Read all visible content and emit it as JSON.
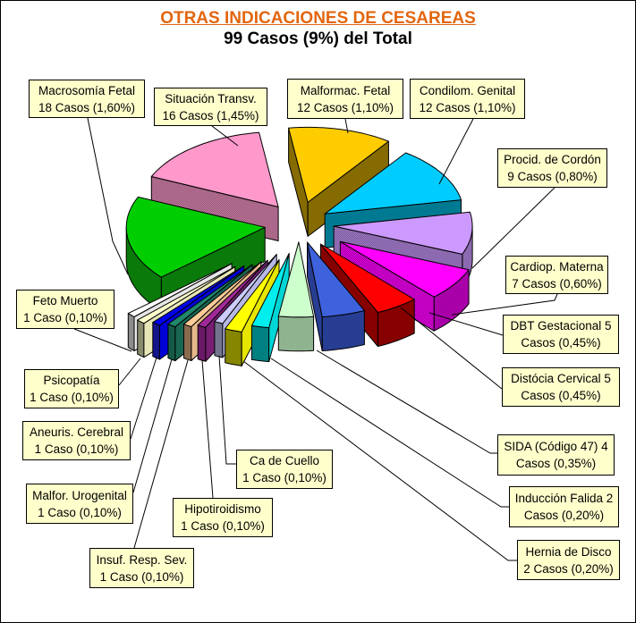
{
  "page": {
    "background": "#FFFFFF",
    "frame_color": "#000000"
  },
  "header": {
    "title": "OTRAS INDICACIONES DE CESAREAS",
    "subtitle": "99 Casos (9%) del Total",
    "title_color": "#E2660F",
    "subtitle_color": "#000000"
  },
  "callout_style": {
    "fill": "#FFFFCC",
    "border": "#000000",
    "leader_color": "#000000"
  },
  "chart_data": {
    "type": "pie",
    "style": "3d-exploded",
    "title": "OTRAS INDICACIONES DE CESAREAS",
    "subtitle": "99 Casos (9%) del Total",
    "total_cases": 99,
    "percent_of_grand_total": "9%",
    "start_angle_deg": -8,
    "clockwise": true,
    "legend": "none",
    "slices": [
      {
        "id": "malformac-fetal",
        "label": "Malformac. Fetal",
        "cases": 12,
        "percent": "1,10%",
        "callout_lines": [
          "Malformac. Fetal",
          "12 Casos (1,10%)"
        ],
        "color": "#FFCC00",
        "dark": "#856B00",
        "dither": false,
        "explode": 0.26
      },
      {
        "id": "condilom-genital",
        "label": "Condilom. Genital",
        "cases": 12,
        "percent": "1,10%",
        "callout_lines": [
          "Condilom. Genital",
          "12 Casos (1,10%)"
        ],
        "color": "#00CCFF",
        "dark": "#007A92",
        "dither": false,
        "explode": 0.22
      },
      {
        "id": "procid-de-cordon",
        "label": "Procid. de Cordón",
        "cases": 9,
        "percent": "0,80%",
        "callout_lines": [
          "Procid. de Cordón",
          "9 Casos (0,80%)"
        ],
        "color": "#CC99FF",
        "dark": "#7A5C99",
        "dither": true,
        "explode": 0.25
      },
      {
        "id": "cardiop-materna",
        "label": "Cardiop. Materna",
        "cases": 7,
        "percent": "0,60%",
        "callout_lines": [
          "Cardiop. Materna",
          "7 Casos (0,60%)"
        ],
        "color": "#FF00FF",
        "dark": "#8A008A",
        "dither": true,
        "explode": 0.36
      },
      {
        "id": "dbt-gestacional",
        "label": "DBT Gestacional",
        "cases": 5,
        "percent": "0,45%",
        "callout_lines": [
          "DBT Gestacional 5",
          "Casos (0,45%)"
        ],
        "color": "#FF0000",
        "dark": "#870000",
        "dither": false,
        "explode": 0.28
      },
      {
        "id": "distocia-cervical",
        "label": "Distócia Cervical",
        "cases": 5,
        "percent": "0,45%",
        "callout_lines": [
          "Distócia Cervical 5",
          "Casos (0,45%)"
        ],
        "color": "#3E62DC",
        "dark": "#1F2F7A",
        "dither": true,
        "explode": 0.22
      },
      {
        "id": "sida-codigo-47",
        "label": "SIDA (Código 47)",
        "cases": 4,
        "percent": "0,35%",
        "callout_lines": [
          "SIDA (Código 47) 4",
          "Casos (0,35%)"
        ],
        "color": "#CCFFCC",
        "dark": "#7FA07F",
        "dither": true,
        "explode": 0.21
      },
      {
        "id": "induccion-falida",
        "label": "Inducción Falida",
        "cases": 2,
        "percent": "0,20%",
        "callout_lines": [
          "Inducción Falida 2",
          "Casos (0,20%)"
        ],
        "color": "#00EEEE",
        "dark": "#008080",
        "dither": false,
        "explode": 0.35
      },
      {
        "id": "hernia-de-disco",
        "label": "Hernia de Disco",
        "cases": 2,
        "percent": "0,20%",
        "callout_lines": [
          "Hernia de Disco",
          "2 Casos (0,20%)"
        ],
        "color": "#FFFF00",
        "dark": "#868600",
        "dither": false,
        "explode": 0.44
      },
      {
        "id": "ca-de-cuello",
        "label": "Ca de Cuello",
        "cases": 1,
        "percent": "0,10%",
        "callout_lines": [
          "Ca de Cuello",
          "1 Caso (0,10%)"
        ],
        "color": "#CCCCFF",
        "dark": "#74748F",
        "dither": false,
        "explode": 0.39
      },
      {
        "id": "hipotiroidismo",
        "label": "Hipotiroidismo",
        "cases": 1,
        "percent": "0,10%",
        "callout_lines": [
          "Hipotiroidismo",
          "1 Caso (0,10%)"
        ],
        "color": "#A02898",
        "dark": "#571453",
        "dither": true,
        "explode": 0.48
      },
      {
        "id": "insuf-resp-sev",
        "label": "Insuf. Resp. Sev.",
        "cases": 1,
        "percent": "0,10%",
        "callout_lines": [
          "Insuf. Resp. Sev.",
          "1 Caso (0,10%)"
        ],
        "color": "#FFCC99",
        "dark": "#8A6B4E",
        "dither": false,
        "explode": 0.52
      },
      {
        "id": "malfor-urogenital",
        "label": "Malfor. Urogenital",
        "cases": 1,
        "percent": "0,10%",
        "callout_lines": [
          "Malfor. Urogenital",
          "1 Caso (0,10%)"
        ],
        "color": "#20876B",
        "dark": "#114A3C",
        "dither": true,
        "explode": 0.58
      },
      {
        "id": "aneuris-cerebral",
        "label": "Aneuris. Cerebral",
        "cases": 1,
        "percent": "0,10%",
        "callout_lines": [
          "Aneuris. Cerebral",
          "1 Caso (0,10%)"
        ],
        "color": "#0000EE",
        "dark": "#14148C",
        "dither": false,
        "explode": 0.63
      },
      {
        "id": "psicopatia",
        "label": "Psicopatía",
        "cases": 1,
        "percent": "0,10%",
        "callout_lines": [
          "Psicopatía",
          "1 Caso (0,10%)"
        ],
        "color": "#FFFFCC",
        "dark": "#8A8A6E",
        "dither": false,
        "explode": 0.68
      },
      {
        "id": "feto-muerto",
        "label": "Feto Muerto",
        "cases": 1,
        "percent": "0,10%",
        "callout_lines": [
          "Feto Muerto",
          "1 Caso (0,10%)"
        ],
        "color": "#FFFFFF",
        "dark": "#8C8C8C",
        "dither": false,
        "explode": 0.67
      },
      {
        "id": "macrosomia-fetal",
        "label": "Macrosomía Fetal",
        "cases": 18,
        "percent": "1,60%",
        "callout_lines": [
          "Macrosomía Fetal",
          "18 Casos (1,60%)"
        ],
        "color": "#00CE00",
        "dark": "#0A7A0A",
        "dither": false,
        "explode": 0.25
      },
      {
        "id": "situacion-transv",
        "label": "Situación Transv.",
        "cases": 16,
        "percent": "1,45%",
        "callout_lines": [
          "Situación Transv.",
          "16 Casos (1,45%)"
        ],
        "color": "#FF99CC",
        "dark": "#8F5876",
        "dither": true,
        "explode": 0.25
      }
    ]
  }
}
